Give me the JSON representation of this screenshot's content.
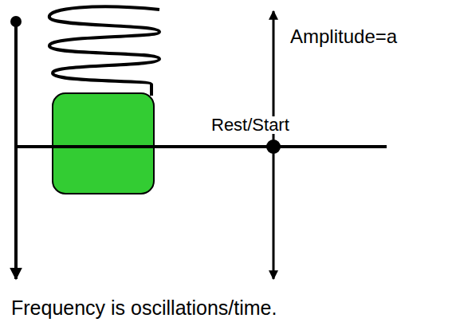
{
  "diagram": {
    "caption": "Frequency is oscillations/time.",
    "labels": [
      "Amplitude=a",
      "Rest/Start"
    ]
  }
}
